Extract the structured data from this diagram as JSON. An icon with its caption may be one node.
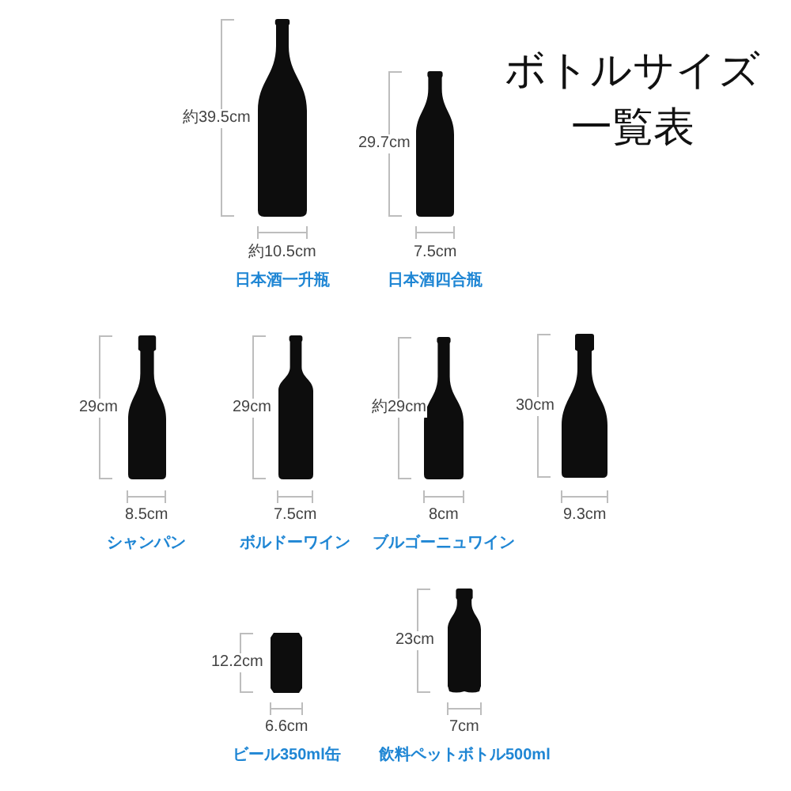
{
  "diagram": {
    "title": "ボトルサイズ一覧表",
    "nodes": [
      {
        "text": [
          "約39.5cm",
          "約10.5cm",
          "日本酒一升瓶"
        ]
      },
      {
        "text": [
          "29.7cm",
          "7.5cm",
          "日本酒四合瓶"
        ]
      },
      {
        "text": [
          "29cm",
          "8.5cm",
          "シャンパン"
        ]
      },
      {
        "text": [
          "29cm",
          "7.5cm",
          "ボルドーワイン"
        ]
      },
      {
        "text": [
          "約29cm",
          "8cm",
          "ブルゴーニュワイン"
        ]
      },
      {
        "text": [
          "30cm",
          "9.3cm"
        ]
      },
      {
        "text": [
          "12.2cm",
          "6.6cm",
          "ビール350ml缶"
        ]
      },
      {
        "text": [
          "23cm",
          "7cm",
          "飲料ペットボトル500ml"
        ]
      }
    ]
  }
}
